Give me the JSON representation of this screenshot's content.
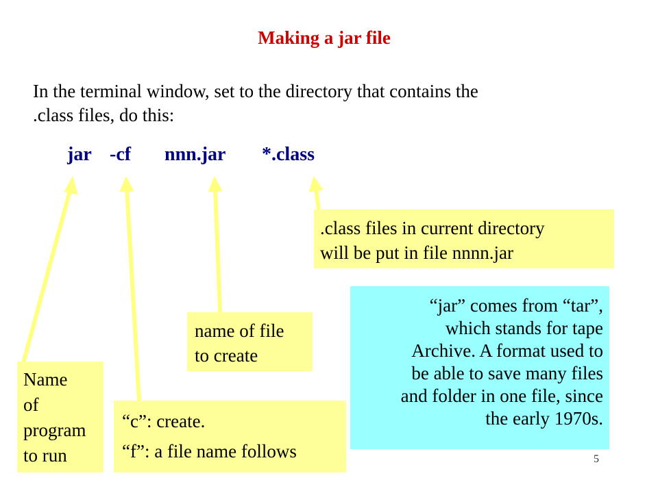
{
  "title": "Making a jar file",
  "intro": {
    "line1": "In the terminal window, set to the directory that contains the",
    "line2": ".class files, do this:"
  },
  "command": {
    "program": "jar",
    "options": "-cf",
    "jarname": "nnn.jar",
    "files": "*.class"
  },
  "callouts": {
    "classfiles": {
      "line1": ".class files in current directory",
      "line2": "will be put in file nnnn.jar"
    },
    "filename": {
      "line1": "name of file",
      "line2": "to create"
    },
    "program": {
      "line1": "Name",
      "line2": "of",
      "line3": "program",
      "line4": "to run"
    },
    "options": {
      "line1": "“c”: create.",
      "line2": "“f”: a file name follows"
    },
    "history": {
      "line1": "“jar” comes from “tar”,",
      "line2": "which stands for tape",
      "line3": "Archive. A format used to",
      "line4": "be able to save many files",
      "line5": "and folder in one file, since",
      "line6": "the early 1970s."
    }
  },
  "page_number": "5",
  "colors": {
    "title": "#cc0000",
    "command": "#000080",
    "callout": "#ffff99",
    "history_box": "#99ffff",
    "arrow": "#ffff80"
  }
}
